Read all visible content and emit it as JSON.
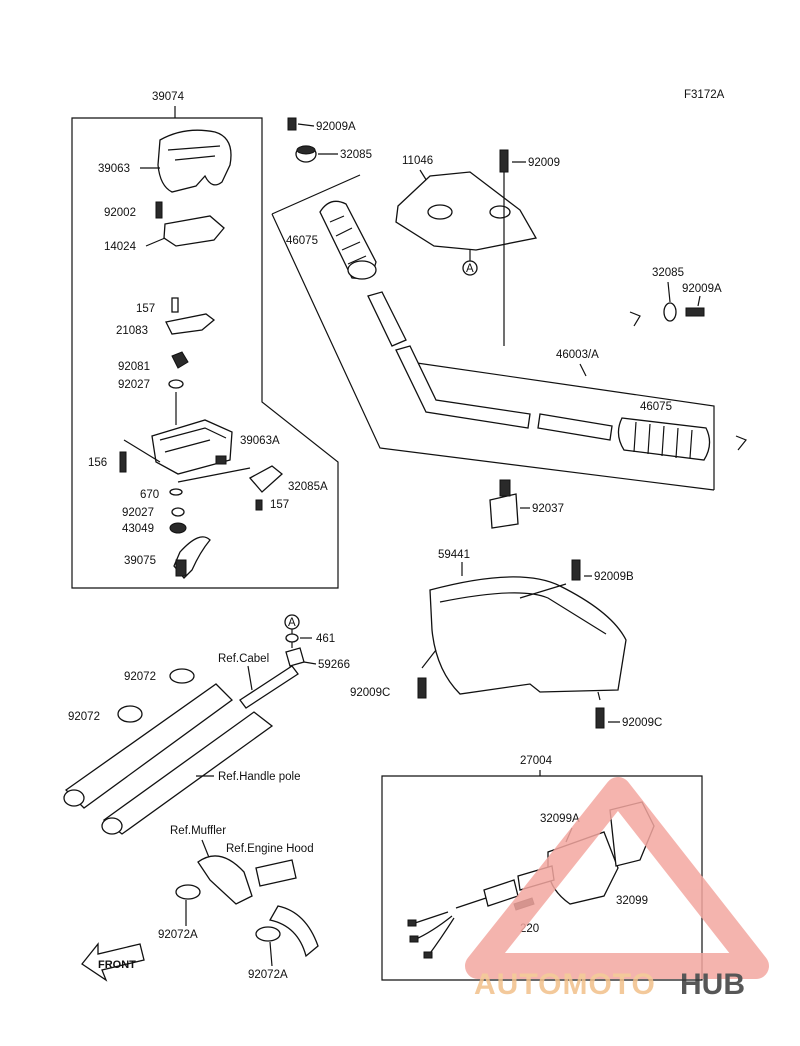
{
  "figure_code": "F3172A",
  "part_labels": {
    "p39074": "39074",
    "p39063": "39063",
    "p92002": "92002",
    "p14024": "14024",
    "p157a": "157",
    "p21083": "21083",
    "p92081": "92081",
    "p92027a": "92027",
    "p39063A": "39063A",
    "p156": "156",
    "p670": "670",
    "p32085A": "32085A",
    "p157b": "157",
    "p92027b": "92027",
    "p43049": "43049",
    "p39075": "39075",
    "p92009A_top": "92009A",
    "p32085_top": "32085",
    "p11046": "11046",
    "p92009": "92009",
    "p46075_left": "46075",
    "pA_top": "A",
    "p32085_right": "32085",
    "p92009A_right": "92009A",
    "p46003A": "46003/A",
    "p46075_right": "46075",
    "p92037": "92037",
    "p59441": "59441",
    "p92009B": "92009B",
    "p92009C_left": "92009C",
    "p92009C_right": "92009C",
    "pA_mid": "A",
    "p461": "461",
    "p59266": "59266",
    "p92072_a": "92072",
    "p92072_b": "92072",
    "ref_cabel": "Ref.Cabel",
    "ref_handle_pole": "Ref.Handle pole",
    "ref_muffler": "Ref.Muffler",
    "ref_engine_hood": "Ref.Engine Hood",
    "p92072A_a": "92072A",
    "p92072A_b": "92072A",
    "front_arrow": "FRONT",
    "p27004": "27004",
    "p32099A": "32099A",
    "p32099": "32099",
    "p220": "220"
  },
  "watermark": {
    "text_part1": "AUTOMOTO",
    "text_part2": "HUB",
    "color_accent": "#f3a7a0",
    "color_dark": "#3a3a3a",
    "color_warm": "#f2c08a"
  }
}
